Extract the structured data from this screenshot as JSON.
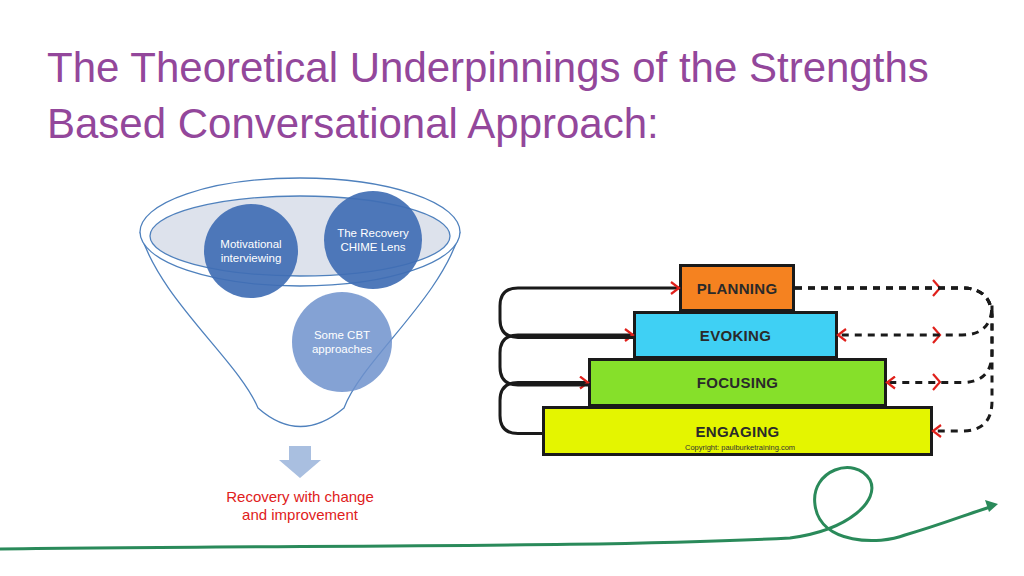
{
  "diagram": {
    "title": "The Theoretical Underpinnings of the Strengths Based Conversational Approach:",
    "nodes": [
      {
        "text": [
          "Motivational interviewing"
        ]
      },
      {
        "text": [
          "The Recovery CHIME Lens"
        ]
      },
      {
        "text": [
          "Some CBT approaches"
        ]
      },
      {
        "text": [
          "PLANNING"
        ]
      },
      {
        "text": [
          "EVOKING"
        ]
      },
      {
        "text": [
          "FOCUSING"
        ]
      },
      {
        "text": [
          "ENGAGING",
          "Copyright: paulburketraining.com"
        ]
      }
    ],
    "edges": [
      {
        "from": 6,
        "to": 5,
        "arrow": "to"
      },
      {
        "from": 5,
        "to": 4,
        "arrow": "to"
      },
      {
        "from": 4,
        "to": 3,
        "arrow": "to"
      },
      {
        "from": 3,
        "to": 4,
        "arrow": "to"
      },
      {
        "from": 3,
        "to": 5,
        "arrow": "to"
      },
      {
        "from": 3,
        "to": 6,
        "arrow": "to"
      }
    ],
    "labels": [
      "Recovery with change and improvement"
    ]
  }
}
